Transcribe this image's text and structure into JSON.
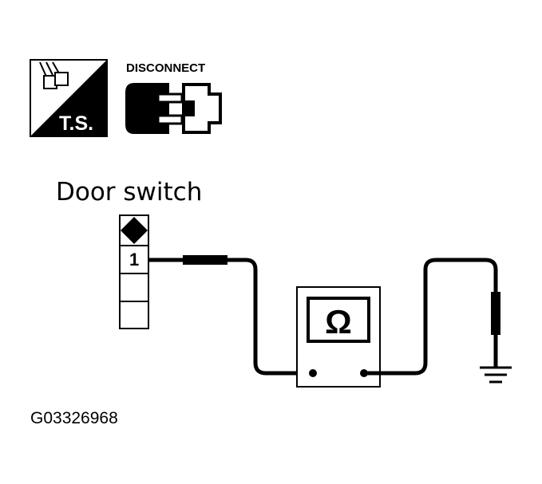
{
  "icons": {
    "test_symbol": {
      "label": "T.S.",
      "icon": "harness-test-icon"
    },
    "disconnect": {
      "label": "DISCONNECT",
      "icon": "connector-icon"
    }
  },
  "component": {
    "title": "Door switch",
    "connector": {
      "pin": "1",
      "icon": "connector-mark-diamond-icon"
    }
  },
  "meter": {
    "symbol": "Ω",
    "icon": "ohmmeter-icon"
  },
  "ground": {
    "icon": "ground-icon"
  },
  "figure_code": "G03326968"
}
